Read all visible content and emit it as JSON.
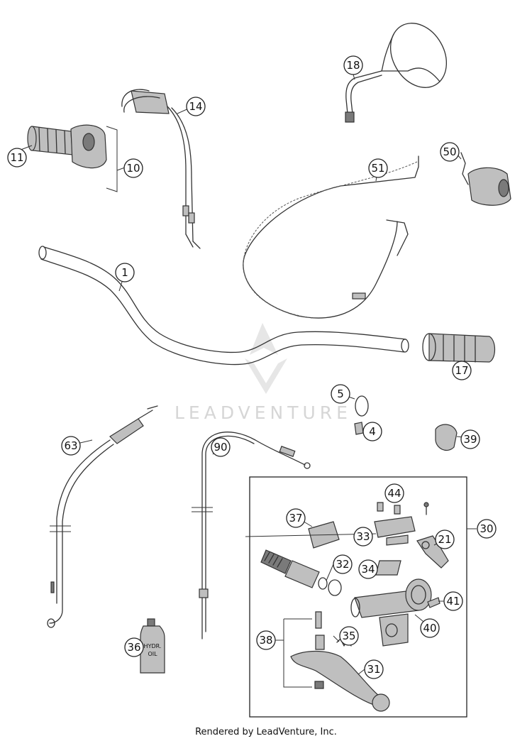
{
  "watermark": {
    "text": "LEADVENTURE"
  },
  "footer": {
    "text": "Rendered by LeadVenture, Inc."
  },
  "callouts": [
    {
      "id": "c1",
      "label": "1"
    },
    {
      "id": "c4",
      "label": "4"
    },
    {
      "id": "c5",
      "label": "5"
    },
    {
      "id": "c10",
      "label": "10"
    },
    {
      "id": "c11",
      "label": "11"
    },
    {
      "id": "c14",
      "label": "14"
    },
    {
      "id": "c17",
      "label": "17"
    },
    {
      "id": "c18",
      "label": "18"
    },
    {
      "id": "c21",
      "label": "21"
    },
    {
      "id": "c30",
      "label": "30"
    },
    {
      "id": "c31",
      "label": "31"
    },
    {
      "id": "c32",
      "label": "32"
    },
    {
      "id": "c33",
      "label": "33"
    },
    {
      "id": "c34",
      "label": "34"
    },
    {
      "id": "c35",
      "label": "35"
    },
    {
      "id": "c36",
      "label": "36"
    },
    {
      "id": "c37",
      "label": "37"
    },
    {
      "id": "c38",
      "label": "38"
    },
    {
      "id": "c39",
      "label": "39"
    },
    {
      "id": "c40",
      "label": "40"
    },
    {
      "id": "c41",
      "label": "41"
    },
    {
      "id": "c44",
      "label": "44"
    },
    {
      "id": "c50",
      "label": "50"
    },
    {
      "id": "c51",
      "label": "51"
    },
    {
      "id": "c63",
      "label": "63"
    },
    {
      "id": "c90",
      "label": "90"
    }
  ],
  "bottle_label": {
    "line1": "HYDR.",
    "line2": "OIL"
  }
}
